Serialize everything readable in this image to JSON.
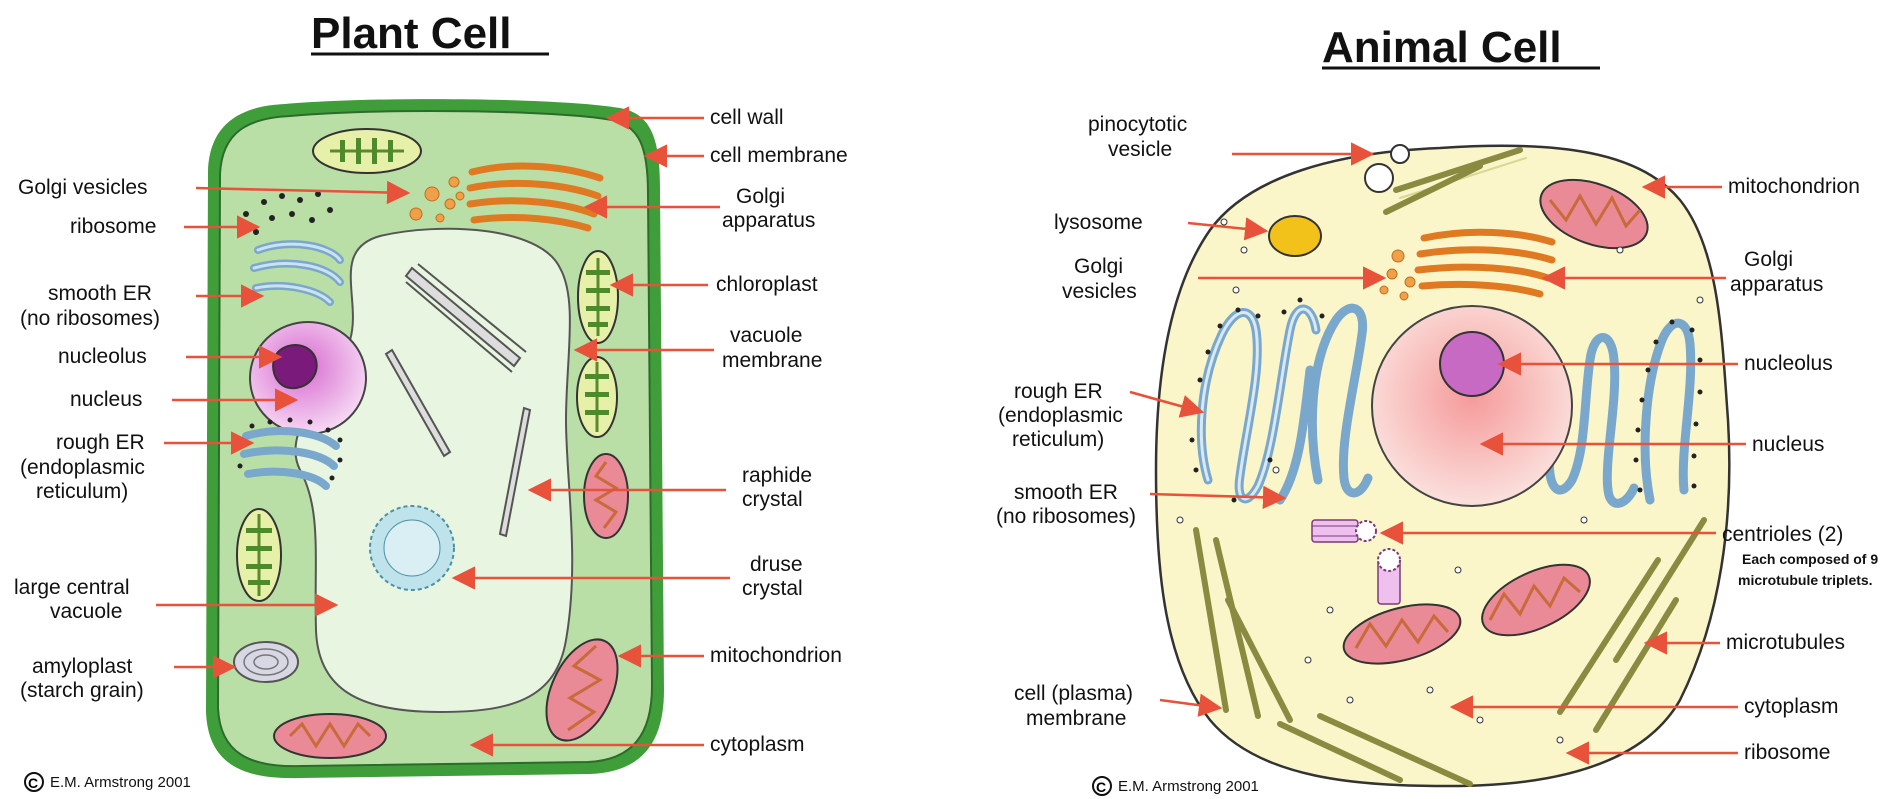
{
  "plant": {
    "title": "Plant Cell",
    "copyright": "E.M. Armstrong 2001",
    "copyright_symbol": "C",
    "labels": {
      "cell_wall": "cell wall",
      "cell_membrane": "cell membrane",
      "golgi_vesicles": "Golgi vesicles",
      "ribosome": "ribosome",
      "golgi_apparatus_1": "Golgi",
      "golgi_apparatus_2": "apparatus",
      "smooth_er_1": "smooth ER",
      "smooth_er_2": "(no ribosomes)",
      "chloroplast": "chloroplast",
      "vacuole_membrane_1": "vacuole",
      "vacuole_membrane_2": "membrane",
      "nucleolus": "nucleolus",
      "nucleus": "nucleus",
      "rough_er_1": "rough ER",
      "rough_er_2": "(endoplasmic",
      "rough_er_3": "reticulum)",
      "raphide_1": "raphide",
      "raphide_2": "crystal",
      "druse_1": "druse",
      "druse_2": "crystal",
      "large_vacuole_1": "large central",
      "large_vacuole_2": "vacuole",
      "mitochondrion": "mitochondrion",
      "amyloplast_1": "amyloplast",
      "amyloplast_2": "(starch grain)",
      "cytoplasm": "cytoplasm"
    }
  },
  "animal": {
    "title": "Animal Cell",
    "copyright": "E.M. Armstrong 2001",
    "copyright_symbol": "C",
    "labels": {
      "pinocytotic_1": "pinocytotic",
      "pinocytotic_2": "vesicle",
      "mitochondrion": "mitochondrion",
      "lysosome": "lysosome",
      "golgi_vesicles_1": "Golgi",
      "golgi_vesicles_2": "vesicles",
      "golgi_apparatus_1": "Golgi",
      "golgi_apparatus_2": "apparatus",
      "rough_er_1": "rough ER",
      "rough_er_2": "(endoplasmic",
      "rough_er_3": "reticulum)",
      "nucleolus": "nucleolus",
      "nucleus": "nucleus",
      "smooth_er_1": "smooth ER",
      "smooth_er_2": "(no ribosomes)",
      "centrioles": "centrioles (2)",
      "centrioles_note_1": "Each composed of 9",
      "centrioles_note_2": "microtubule triplets.",
      "microtubules": "microtubules",
      "cell_membrane_1": "cell (plasma)",
      "cell_membrane_2": "membrane",
      "cytoplasm": "cytoplasm",
      "ribosome": "ribosome"
    }
  },
  "colors": {
    "arrow": "#e8513a",
    "plant_wall": "#3f9e3a",
    "plant_cytoplasm": "#b9dfa6",
    "vacuole": "#e8f5e0",
    "animal_cytoplasm": "#fbf6c9",
    "nucleus": "#f7c9c7",
    "golgi": "#f0a04a",
    "er": "#a9cbe3"
  }
}
